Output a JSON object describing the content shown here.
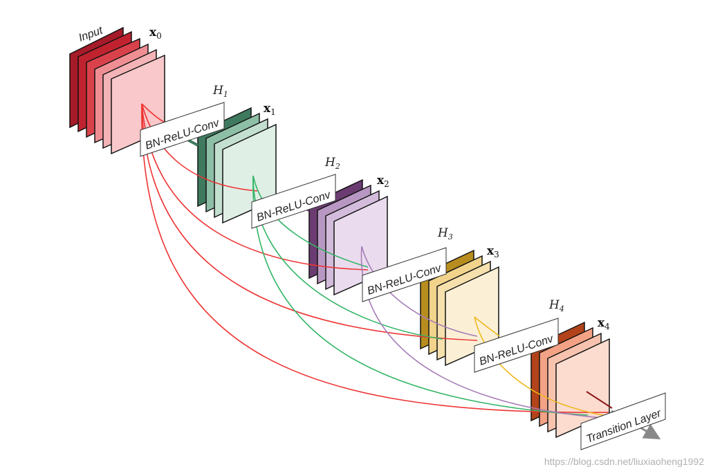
{
  "diagram": {
    "input_label": "Input",
    "watermark": "https://blog.csdn.net/liuxiaoheng1992",
    "transition_label": "Transition Layer",
    "stages": [
      {
        "x_main": "x",
        "x_sub": "0",
        "h_main": "",
        "h_sub": "",
        "block_label": ""
      },
      {
        "x_main": "x",
        "x_sub": "1",
        "h_main": "H",
        "h_sub": "1",
        "block_label": "BN-ReLU-Conv"
      },
      {
        "x_main": "x",
        "x_sub": "2",
        "h_main": "H",
        "h_sub": "2",
        "block_label": "BN-ReLU-Conv"
      },
      {
        "x_main": "x",
        "x_sub": "3",
        "h_main": "H",
        "h_sub": "3",
        "block_label": "BN-ReLU-Conv"
      },
      {
        "x_main": "x",
        "x_sub": "4",
        "h_main": "H",
        "h_sub": "4",
        "block_label": "BN-ReLU-Conv"
      }
    ],
    "colors": {
      "stage0": [
        "#a61b29",
        "#c0232f",
        "#d9424b",
        "#ef8e93",
        "#f8c8ca"
      ],
      "stage1": [
        "#3f7a5e",
        "#8dbfa6",
        "#c3dfd0",
        "#e0efe6"
      ],
      "stage2": [
        "#6b3c72",
        "#b898c2",
        "#d3bcdb",
        "#eadcee"
      ],
      "stage3": [
        "#b88d1f",
        "#f1d38c",
        "#f5e0ae",
        "#fbf0d6"
      ],
      "stage4": [
        "#b2431a",
        "#f3a285",
        "#f7c3ae",
        "#fbdccf"
      ],
      "conn_red": "#ee3333",
      "conn_green": "#33b566",
      "conn_purple": "#a67cb8",
      "conn_yellow": "#efb81a"
    }
  }
}
